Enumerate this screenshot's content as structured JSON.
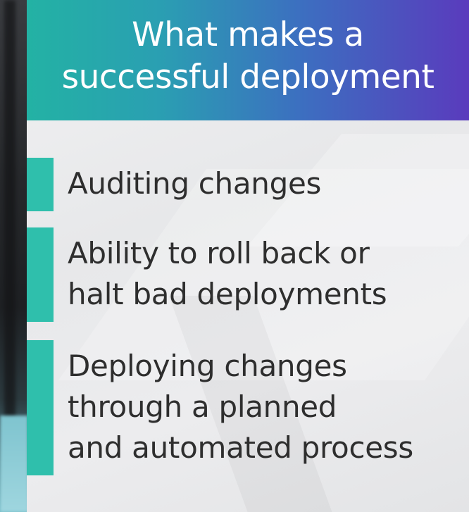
{
  "slide": {
    "title_lines": [
      "What makes a",
      "successful deployment"
    ],
    "items": [
      {
        "lines": [
          "Auditing changes"
        ]
      },
      {
        "lines": [
          "Ability to roll back or",
          "halt bad deployments"
        ]
      },
      {
        "lines": [
          "Deploying changes",
          "through a planned",
          "and automated process"
        ]
      }
    ],
    "colors": {
      "accent_bar": "#2fbfac",
      "header_start": "#23b2a4",
      "header_end": "#5a3bbd",
      "text": "#2e2e2e"
    }
  }
}
